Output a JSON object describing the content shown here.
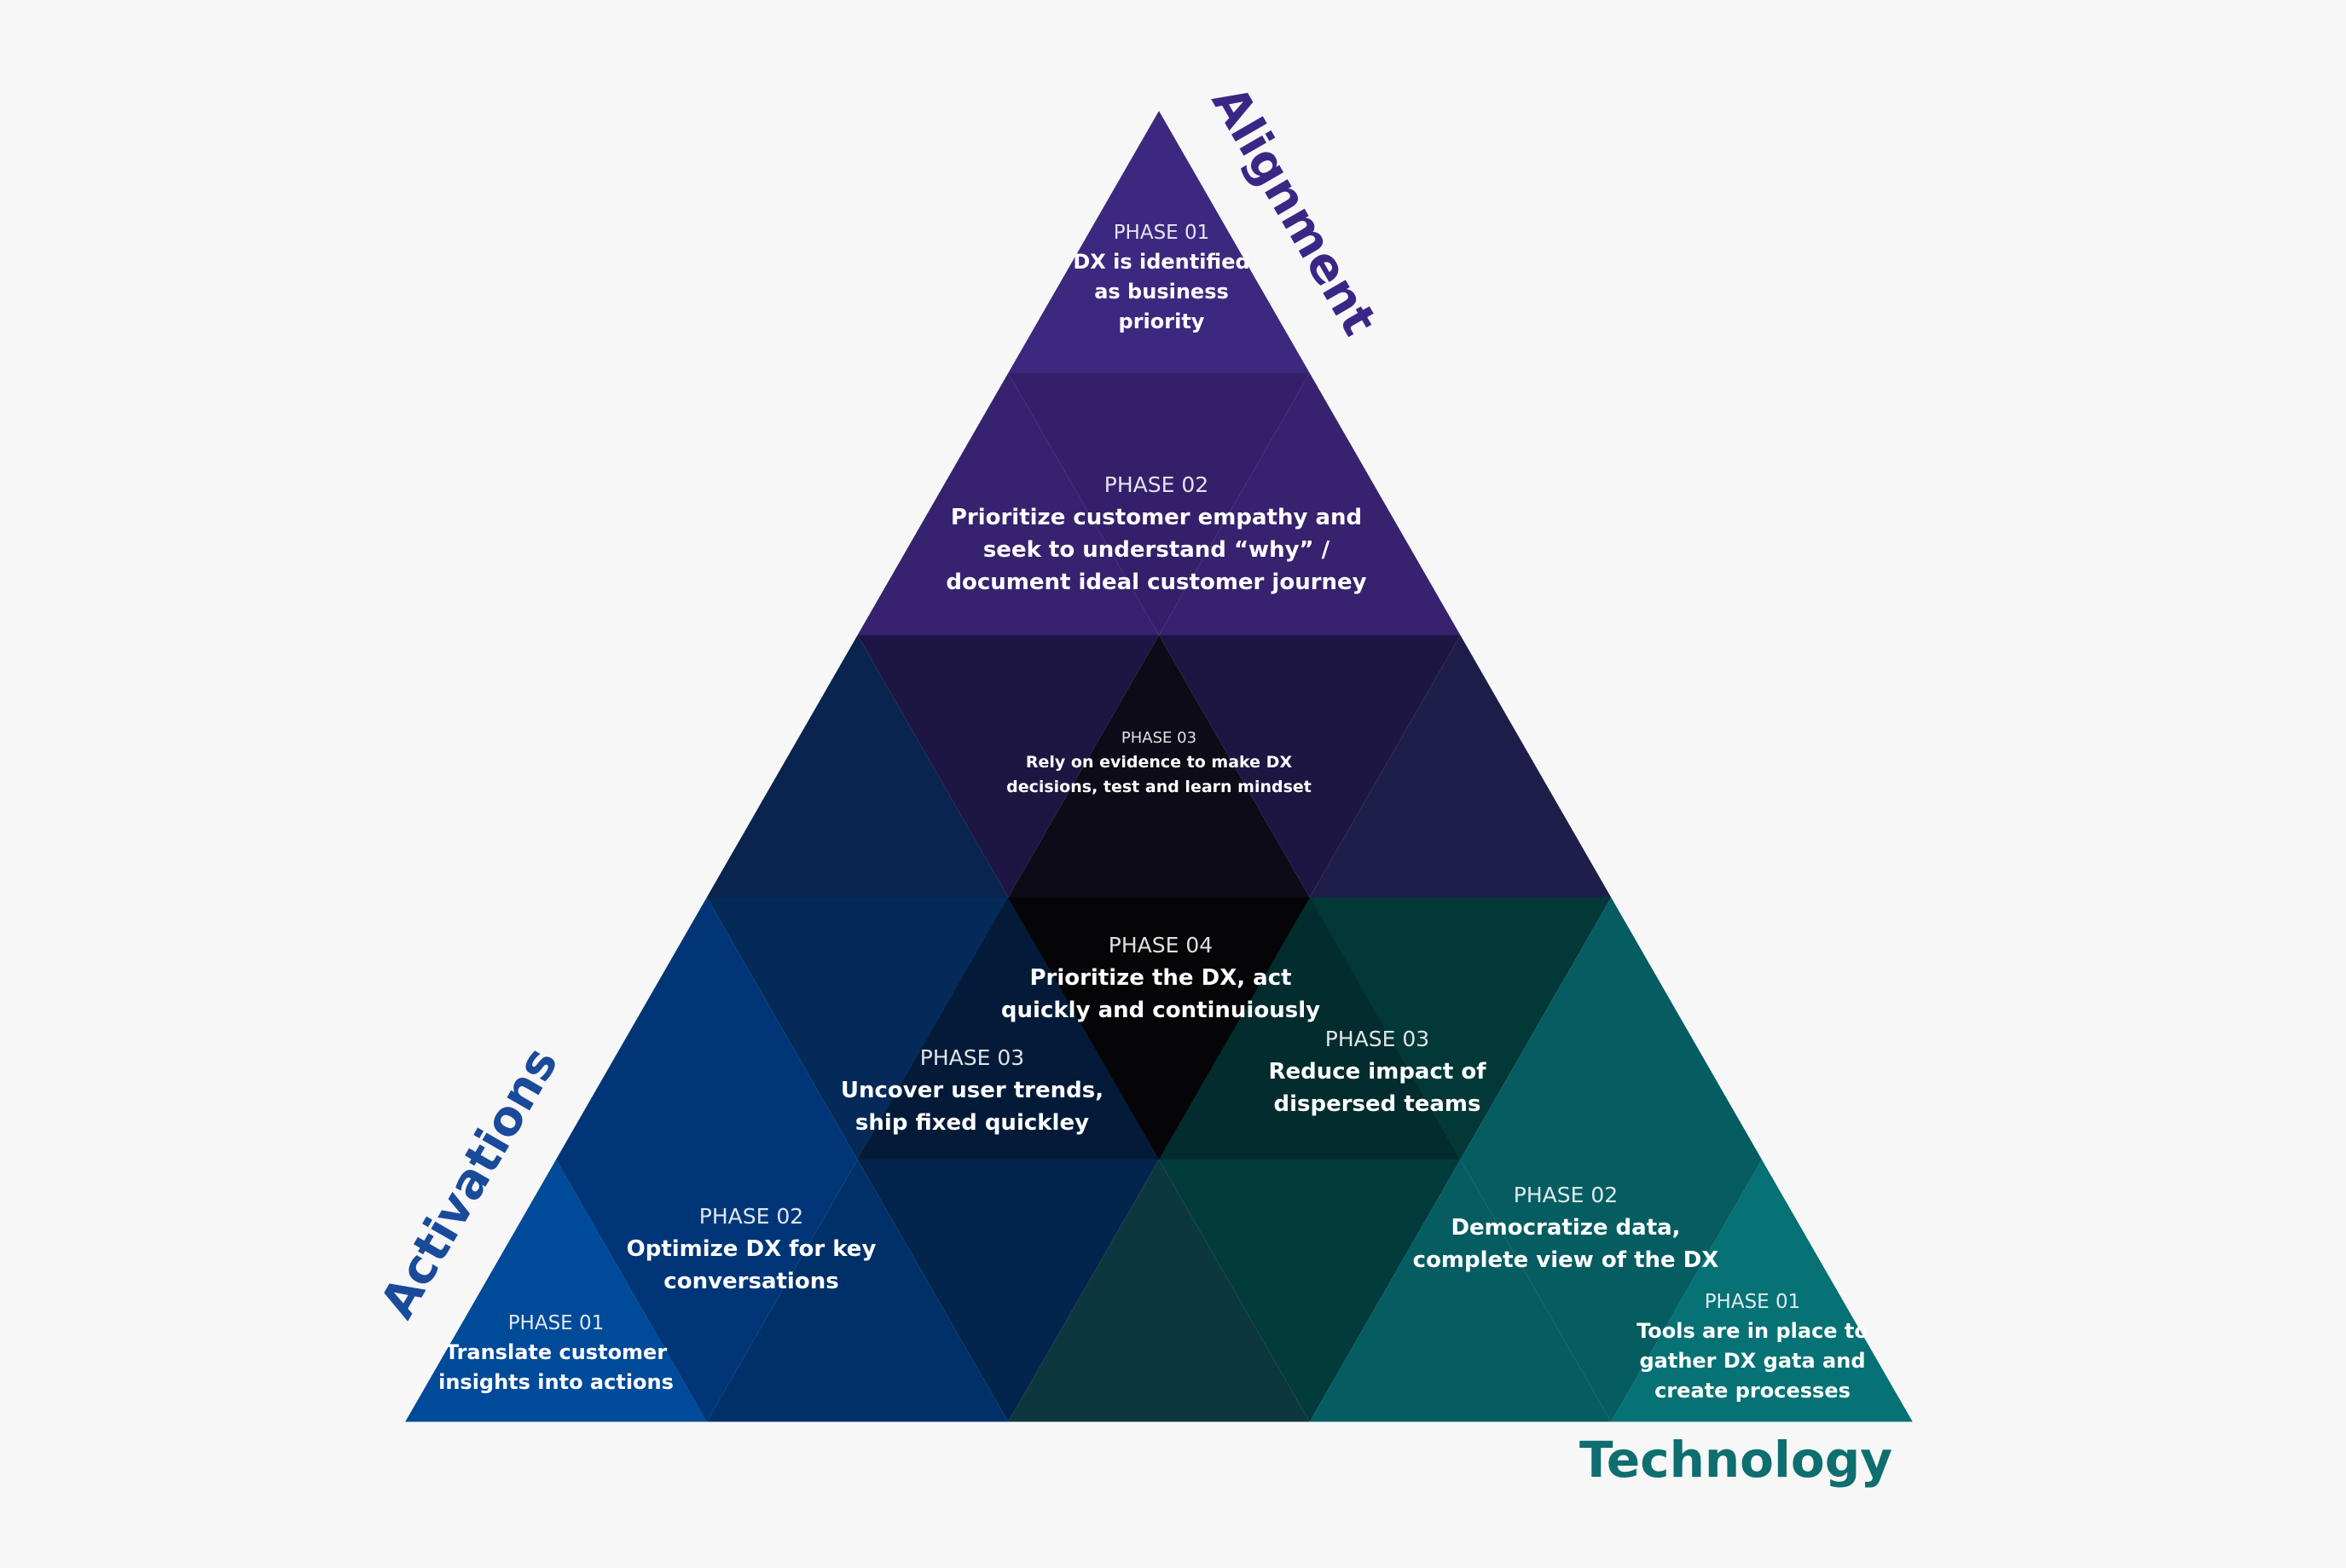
{
  "axes": {
    "alignment": {
      "label": "Alignment",
      "color": "#3a2785"
    },
    "activations": {
      "label": "Activations",
      "color": "#1a4a9a"
    },
    "technology": {
      "label": "Technology",
      "color": "#0e6e70"
    }
  },
  "phases": {
    "alignment_01": {
      "phase": "PHASE 01",
      "lines": [
        "DX is identified",
        "as business",
        "priority"
      ]
    },
    "alignment_02": {
      "phase": "PHASE 02",
      "lines": [
        "Prioritize customer empathy and",
        "seek to understand “why” /",
        "document ideal customer journey"
      ]
    },
    "alignment_03": {
      "phase": "PHASE 03",
      "lines": [
        "Rely on evidence to make DX",
        "decisions, test and learn mindset"
      ]
    },
    "center_04": {
      "phase": "PHASE 04",
      "lines": [
        "Prioritize the DX, act",
        "quickly and continuiously"
      ]
    },
    "activations_03": {
      "phase": "PHASE 03",
      "lines": [
        "Uncover user trends,",
        "ship fixed quickley"
      ]
    },
    "technology_03": {
      "phase": "PHASE 03",
      "lines": [
        "Reduce impact of",
        "dispersed teams"
      ]
    },
    "activations_02": {
      "phase": "PHASE 02",
      "lines": [
        "Optimize DX for key",
        "conversations"
      ]
    },
    "technology_02": {
      "phase": "PHASE 02",
      "lines": [
        "Democratize data,",
        "complete view of the DX"
      ]
    },
    "activations_01": {
      "phase": "PHASE 01",
      "lines": [
        "Translate customer",
        "insights into actions"
      ]
    },
    "technology_01": {
      "phase": "PHASE 01",
      "lines": [
        "Tools are in place to",
        "gather DX gata and",
        "create processes"
      ]
    }
  },
  "colors": {
    "background": "#f7f7f8",
    "purple_1": "#3d2880",
    "purple_2": "#34206a",
    "purple_3": "#201741",
    "blue_1": "#004a9a",
    "blue_2": "#003677",
    "blue_3": "#042450",
    "teal_1": "#067073",
    "teal_2": "#055d62",
    "teal_3": "#023b3c",
    "center_dark": "#060608"
  }
}
